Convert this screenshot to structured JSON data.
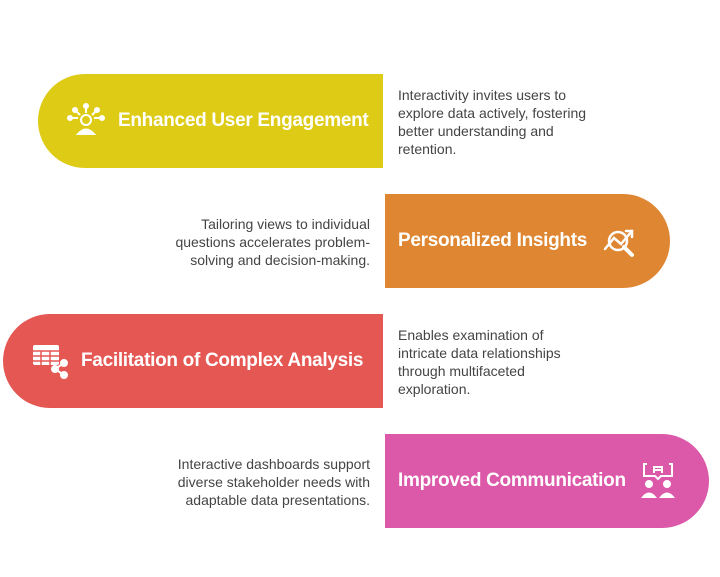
{
  "items": [
    {
      "title": "Enhanced User Engagement",
      "description": "Interactivity invites users to explore data actively, fostering better understanding and retention.",
      "color": "#DDCB15",
      "icon": "user-engagement-icon"
    },
    {
      "title": "Personalized Insights",
      "description": "Tailoring views to individual questions accelerates problem-solving and decision-making.",
      "color": "#DE8631",
      "icon": "chart-search-icon"
    },
    {
      "title": "Facilitation of Complex Analysis",
      "description": "Enables examination of intricate data relationships through multifaceted exploration.",
      "color": "#E55753",
      "icon": "table-share-icon"
    },
    {
      "title": "Improved Communication",
      "description": "Interactive dashboards support diverse stakeholder needs with adaptable data presentations.",
      "color": "#DC58A8",
      "icon": "people-discussion-icon"
    }
  ]
}
